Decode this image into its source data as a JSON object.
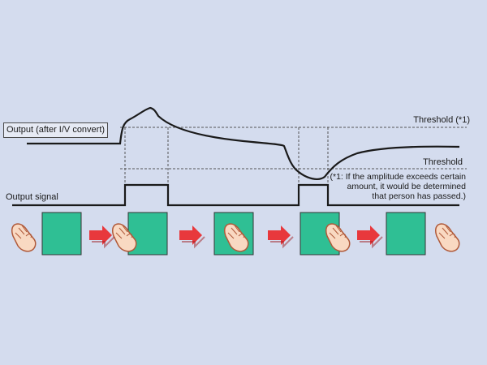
{
  "labels": {
    "output_iv": "Output (after I/V convert)",
    "output_signal": "Output signal",
    "threshold_1": "Threshold (*1)",
    "threshold": "Threshold",
    "note_lines": [
      "(*1: If the amplitude exceeds certain",
      "amount, it would be determined",
      "that person has passed.)"
    ]
  },
  "sequence": [
    {
      "step": 1,
      "hand": "before-sensor"
    },
    {
      "step": 2,
      "hand": "entering-sensor"
    },
    {
      "step": 3,
      "hand": "inside-sensor"
    },
    {
      "step": 4,
      "hand": "leaving-sensor"
    },
    {
      "step": 5,
      "hand": "after-sensor"
    }
  ],
  "icons": [
    "hand-icon",
    "sensor-icon",
    "arrow-right-icon"
  ],
  "colors": {
    "background": "#d4dcee",
    "sensor_fill": "#2fbf94",
    "arrow_fill": "#e8383c",
    "hand_fill": "#f9d9c2",
    "waveform": "#1a1a1a"
  }
}
